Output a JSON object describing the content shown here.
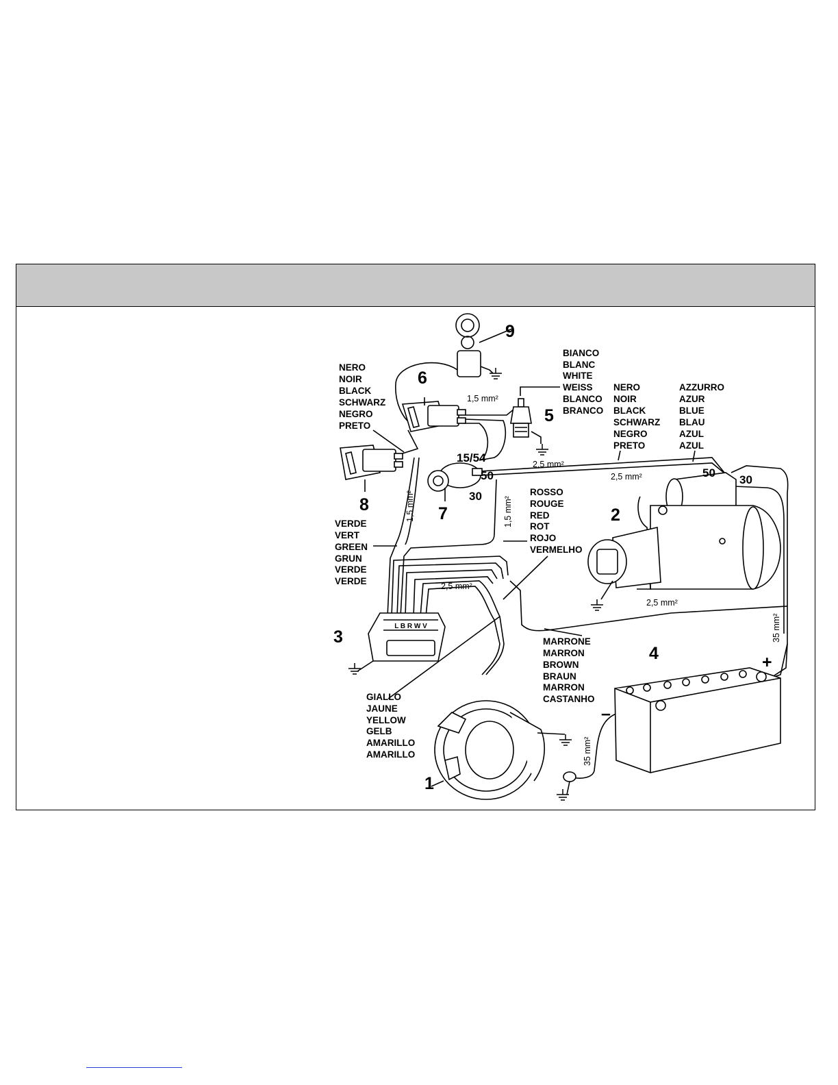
{
  "components": {
    "c1": "1",
    "c2": "2",
    "c3": "3",
    "c4": "4",
    "c5": "5",
    "c6": "6",
    "c7": "7",
    "c8": "8",
    "c9": "9"
  },
  "terminals": {
    "ign_15_54": "15/54",
    "ign_50": "50",
    "ign_30": "30",
    "starter_50": "50",
    "starter_30": "30",
    "battery_plus": "+",
    "battery_minus": "–"
  },
  "wire_sizes": {
    "s_1_5_top": "1,5 mm²",
    "s_1_5_vertical_left": "1,5 mm²",
    "s_1_5_vertical_mid": "1,5 mm²",
    "s_2_5_upper": "2,5 mm²",
    "s_2_5_lower": "2,5 mm²",
    "s_2_5_regulator": "2,5 mm²",
    "s_2_5_starter": "2,5 mm²",
    "s_35_right": "35 mm²",
    "s_35_ground": "35 mm²"
  },
  "wire_colors": {
    "black_left": [
      "NERO",
      "NOIR",
      "BLACK",
      "SCHWARZ",
      "NEGRO",
      "PRETO"
    ],
    "white": [
      "BIANCO",
      "BLANC",
      "WHITE",
      "WEISS",
      "BLANCO",
      "BRANCO"
    ],
    "black_right": [
      "NERO",
      "NOIR",
      "BLACK",
      "SCHWARZ",
      "NEGRO",
      "PRETO"
    ],
    "blue": [
      "AZZURRO",
      "AZUR",
      "BLUE",
      "BLAU",
      "AZUL",
      "AZUL"
    ],
    "red": [
      "ROSSO",
      "ROUGE",
      "RED",
      "ROT",
      "ROJO",
      "VERMELHO"
    ],
    "green": [
      "VERDE",
      "VERT",
      "GREEN",
      "GRUN",
      "VERDE",
      "VERDE"
    ],
    "brown": [
      "MARRONE",
      "MARRON",
      "BROWN",
      "BRAUN",
      "MARRON",
      "CASTANHO"
    ],
    "yellow": [
      "GIALLO",
      "JAUNE",
      "YELLOW",
      "GELB",
      "AMARILLO",
      "AMARILLO"
    ]
  },
  "regulator_marking": "L B R W V",
  "colors": {
    "header_band": "#c8c8c8",
    "ink": "#000000",
    "footer_rule": "#2a3bd8"
  }
}
